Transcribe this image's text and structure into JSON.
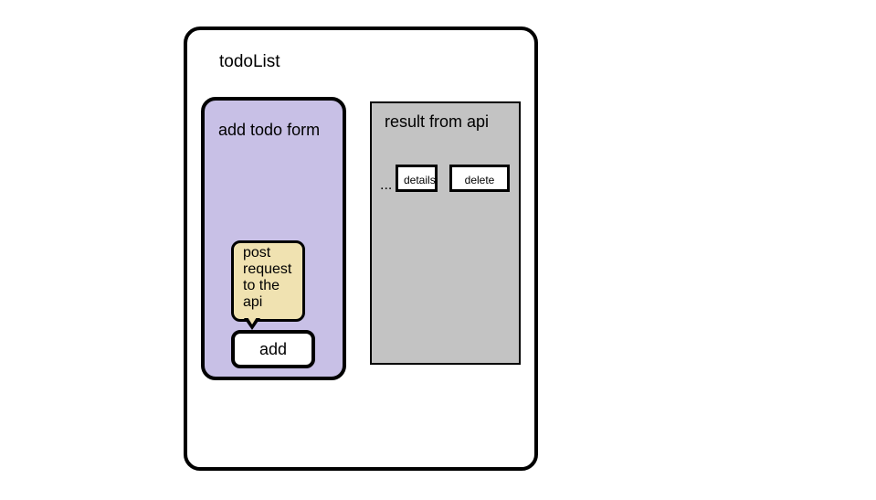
{
  "outer": {
    "title": "todoList"
  },
  "form": {
    "title": "add todo form",
    "note": "post\nrequest\nto the\napi",
    "button_label": "add"
  },
  "results": {
    "title": "result from api",
    "ellipsis": "...",
    "details_label": "details",
    "delete_label": "delete"
  },
  "colors": {
    "form_fill": "#c8c0e6",
    "note_fill": "#f0e2b1",
    "results_fill": "#c3c3c3",
    "stroke": "#000000"
  }
}
